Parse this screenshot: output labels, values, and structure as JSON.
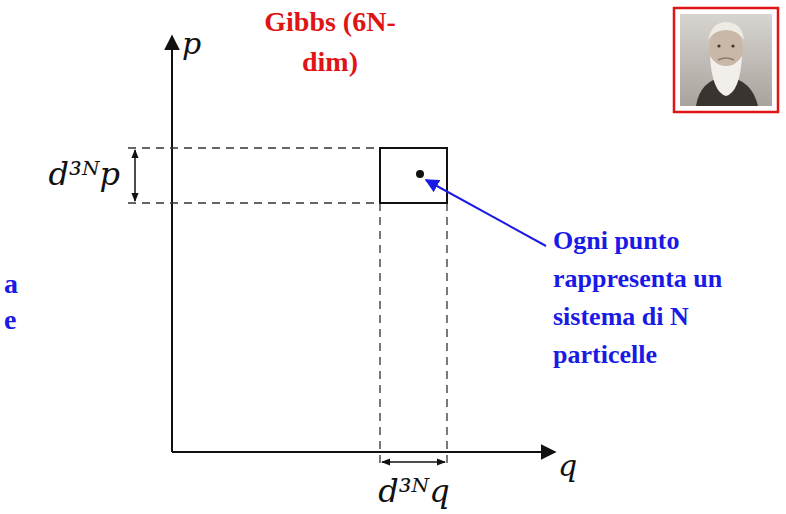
{
  "diagram": {
    "title": "Gibbs (6N-dim)",
    "labels": [
      "p",
      "q",
      "d³ᴺp",
      "d³ᴺq",
      "Ogni punto rappresenta un sistema di N particelle",
      "a",
      "e"
    ]
  }
}
